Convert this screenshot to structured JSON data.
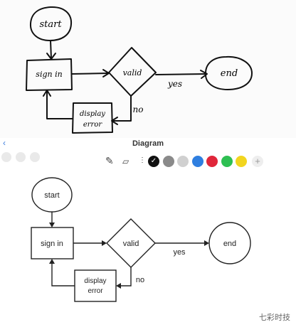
{
  "sketch": {
    "start": "start",
    "sign_in": "sign in",
    "valid": "valid",
    "end": "end",
    "yes": "yes",
    "no": "no",
    "display_line1": "display",
    "display_line2": "error"
  },
  "toolbar": {
    "back_icon": "chevron-left-icon",
    "title": "Diagram",
    "tools": [
      "pen-icon",
      "eraser-icon",
      "stroke-width-icon"
    ],
    "colors": [
      "#111111",
      "#8a8a8a",
      "#d0d0d0",
      "#2f7fe0",
      "#e0263a",
      "#2ebf52",
      "#f2d51f"
    ],
    "selected_color": "#111111",
    "add_icon": "plus-icon"
  },
  "diagram": {
    "start": "start",
    "sign_in": "sign in",
    "valid": "valid",
    "end": "end",
    "yes": "yes",
    "no": "no",
    "display_line1": "display",
    "display_line2": "error"
  },
  "watermark": "七彩时技"
}
